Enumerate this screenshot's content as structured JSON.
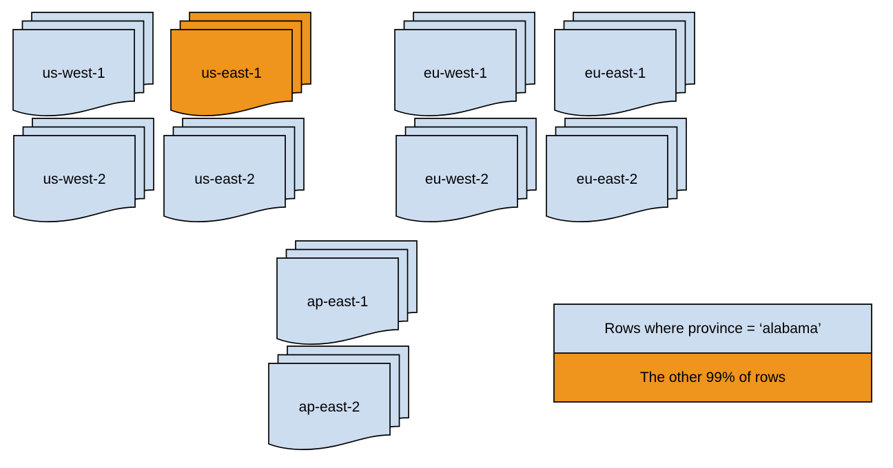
{
  "diagram": {
    "description": "Document stacks per region with one highlighted region",
    "colors": {
      "document_blue": "#CDDDF0",
      "highlight_orange": "#EF941D",
      "stroke": "#000000"
    },
    "stacks": [
      {
        "label": "us-west-1",
        "fill": "#CDDDF0"
      },
      {
        "label": "us-east-1",
        "fill": "#EF941D"
      },
      {
        "label": "eu-west-1",
        "fill": "#CDDDF0"
      },
      {
        "label": "eu-east-1",
        "fill": "#CDDDF0"
      },
      {
        "label": "us-west-2",
        "fill": "#CDDDF0"
      },
      {
        "label": "us-east-2",
        "fill": "#CDDDF0"
      },
      {
        "label": "eu-west-2",
        "fill": "#CDDDF0"
      },
      {
        "label": "eu-east-2",
        "fill": "#CDDDF0"
      },
      {
        "label": "ap-east-1",
        "fill": "#CDDDF0"
      },
      {
        "label": "ap-east-2",
        "fill": "#CDDDF0"
      }
    ],
    "legend": {
      "rows": [
        {
          "label": "Rows where province = ‘alabama’",
          "fill": "#CDDDF0"
        },
        {
          "label": "The other 99% of rows",
          "fill": "#EF941D"
        }
      ]
    }
  }
}
